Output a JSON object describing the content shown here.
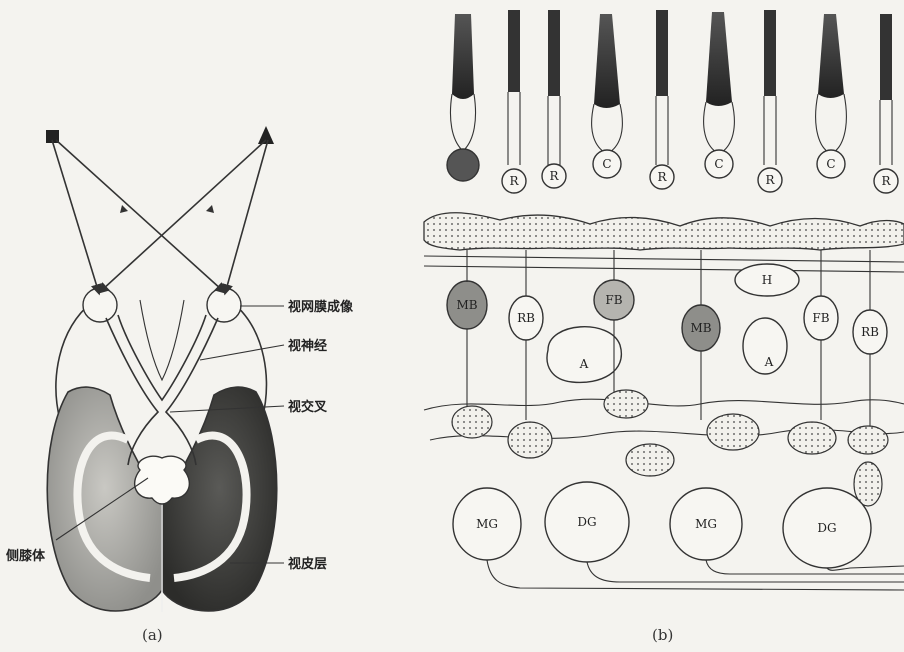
{
  "panel_a": {
    "caption": "(a)",
    "labels": {
      "retina": "视网膜成像",
      "optic_nerve": "视神经",
      "chiasm": "视交叉",
      "lgn": "侧膝体",
      "cortex": "视皮层"
    }
  },
  "panel_b": {
    "caption": "(b)",
    "photoreceptors": [
      "R",
      "R",
      "C",
      "R",
      "C",
      "R",
      "C",
      "R"
    ],
    "mid_cells": [
      "MB",
      "RB",
      "FB",
      "A",
      "MB",
      "H",
      "A",
      "FB",
      "RB"
    ],
    "ganglion_cells": [
      "MG",
      "DG",
      "MG",
      "DG"
    ]
  },
  "colors": {
    "ink": "#333333",
    "paper": "#f4f3ef",
    "cortex_light": "#9a9a96",
    "cortex_dark": "#3d3d3a"
  }
}
